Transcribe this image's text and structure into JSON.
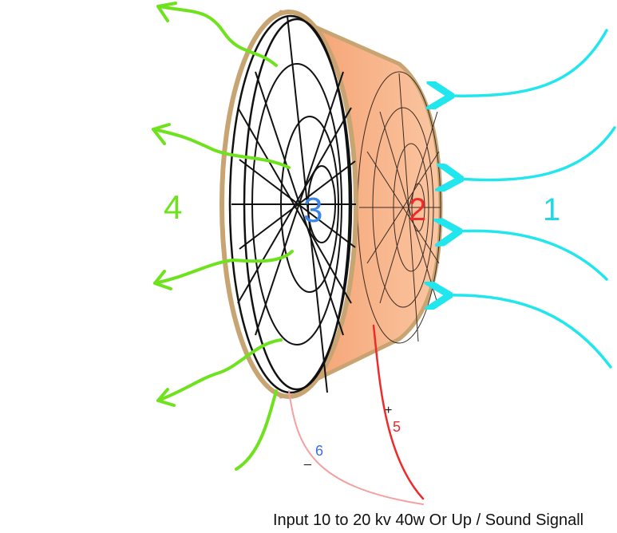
{
  "labels": {
    "region_1": "1",
    "region_2": "2",
    "region_3": "3",
    "region_4": "4",
    "terminal_plus": "+",
    "terminal_5": "5",
    "terminal_minus": "_",
    "terminal_6": "6"
  },
  "caption": "Input 10 to 20 kv 40w Or Up / Sound Signall",
  "colors": {
    "cyan_arrows": "#22e6ee",
    "green_arrows": "#6fe21e",
    "cone_fill": "#f5a77a",
    "rim": "#c8a472",
    "label_1": "#22d8e6",
    "label_2": "#ee2a2a",
    "label_3": "#3a86e8",
    "label_4": "#6fe21e",
    "wire_plus": "#ee2a2a",
    "wire_minus": "#f4a0a0",
    "label_6": "#3a6ee8"
  }
}
